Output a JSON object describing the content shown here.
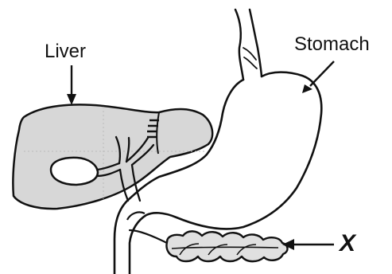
{
  "labels": {
    "liver": "Liver",
    "stomach": "Stomach",
    "x": "X"
  }
}
